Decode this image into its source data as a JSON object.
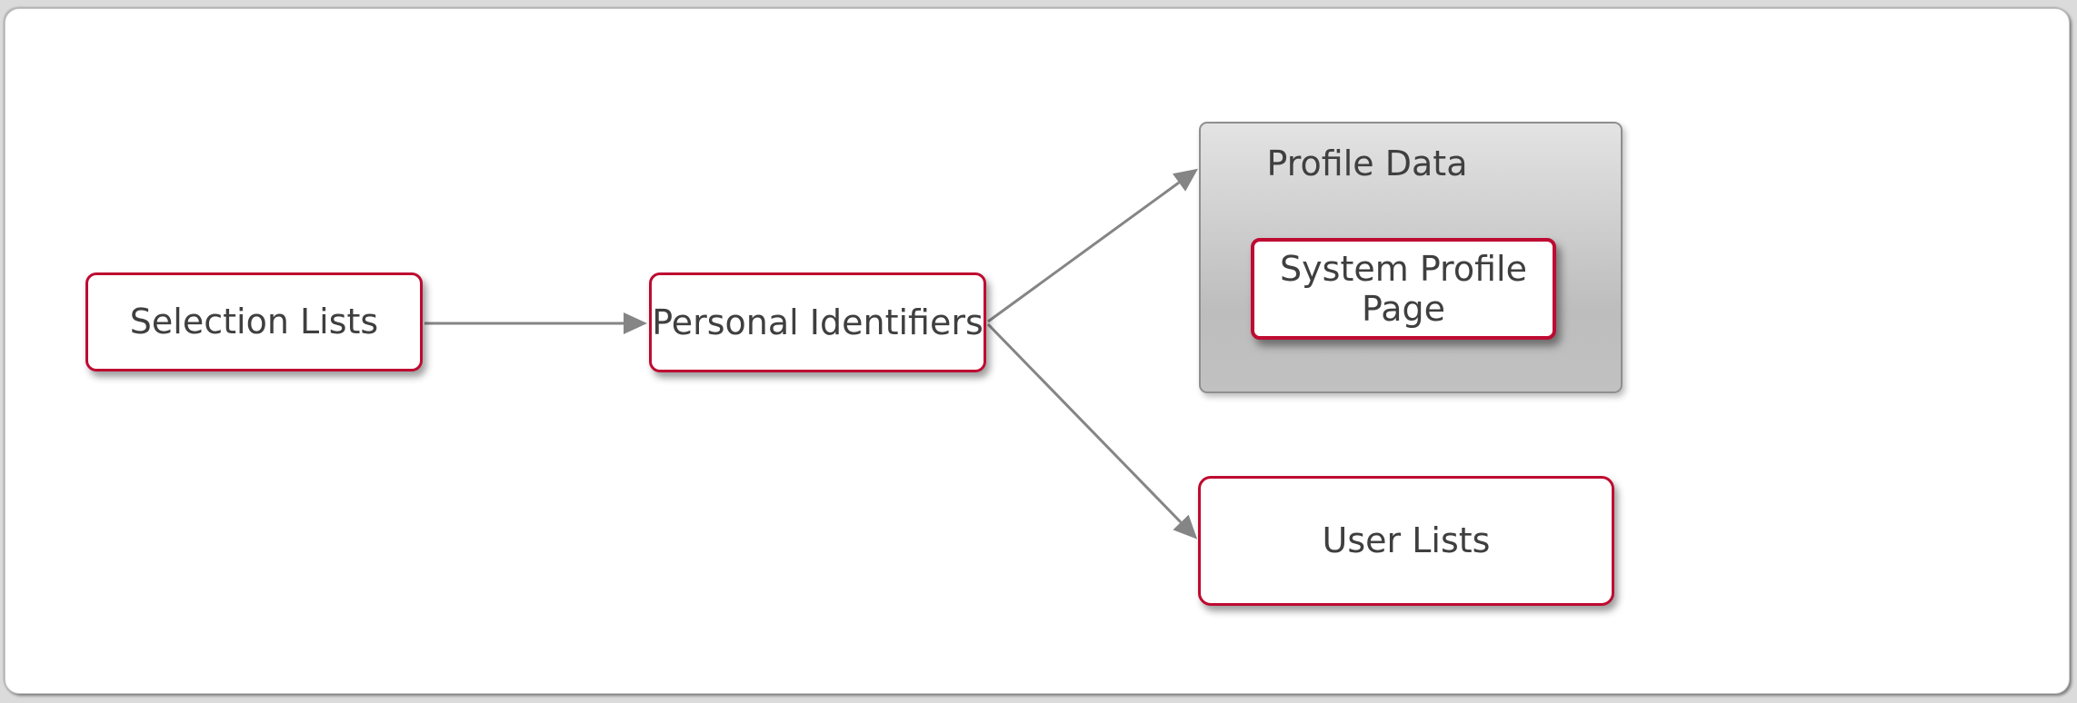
{
  "nodes": {
    "selection_lists": {
      "label": "Selection Lists",
      "type": "box"
    },
    "personal_identifiers": {
      "label": "Personal Identifiers",
      "type": "box"
    },
    "profile_data": {
      "label": "Profile Data",
      "type": "group"
    },
    "system_profile_page": {
      "label": "System Profile Page",
      "type": "box",
      "parent": "Profile Data"
    },
    "user_lists": {
      "label": "User Lists",
      "type": "box"
    }
  },
  "edges": [
    {
      "from": "Selection Lists",
      "to": "Personal Identifiers"
    },
    {
      "from": "Personal Identifiers",
      "to": "Profile Data"
    },
    {
      "from": "Personal Identifiers",
      "to": "User Lists"
    }
  ],
  "colors": {
    "node_border": "#BE0B31",
    "node_fill": "#FFFFFF",
    "node_text": "#3F3F3F",
    "group_border": "#8F8F8F",
    "group_fill_top": "#E3E3E3",
    "group_fill_bottom": "#BDBDBD",
    "arrow": "#858585",
    "page_fill": "#FFFFFF",
    "canvas_fill": "#DBDBDB"
  }
}
